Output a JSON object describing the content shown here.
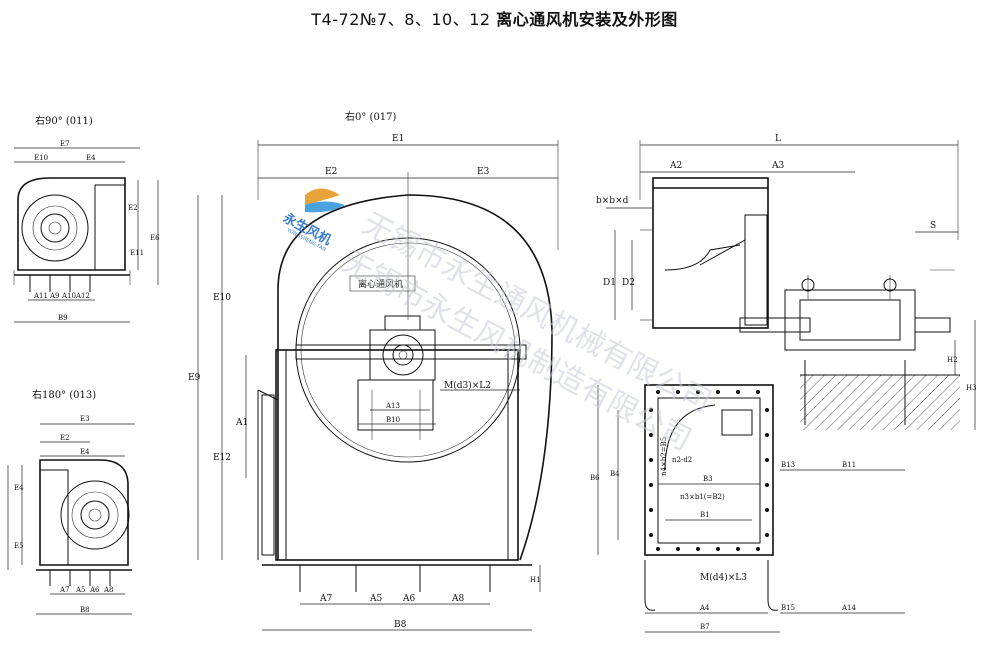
{
  "title": {
    "prefix": "T4-72№7、8、10、12",
    "main": "离心通风机安装及外形图"
  },
  "views": {
    "right90": "右90°  (011)",
    "right0": "右0°  (017)",
    "right180": "右180°  (013)"
  },
  "nameplate": "离心通风机",
  "watermark": {
    "line1": "无锡市永生通风机械有限公司",
    "line2": "无锡市永生风机制造有限公司"
  },
  "logo": {
    "text": "永生风机",
    "sub": "YONGSHENG FAN"
  },
  "labels": {
    "E7": "E7",
    "E10": "E10",
    "E4": "E4",
    "E2": "E2",
    "E11": "E11",
    "E6": "E6",
    "A11": "A11",
    "A9": "A9",
    "A10": "A10",
    "A12": "A12",
    "B9": "B9",
    "E3": "E3",
    "E5": "E5",
    "A7": "A7",
    "A5": "A5",
    "A6": "A6",
    "A8": "A8",
    "B8": "B8",
    "E1": "E1",
    "E9": "E9",
    "E12": "E12",
    "A1": "A1",
    "A13": "A13",
    "B10": "B10",
    "Md3L2": "M(d3)×L2",
    "H1": "H1",
    "L": "L",
    "A2": "A2",
    "A3": "A3",
    "bbd": "b×b×d",
    "D1": "D1",
    "D2": "D2",
    "S": "S",
    "H2": "H2",
    "H3": "H3",
    "B6": "B6",
    "B4": "B4",
    "n4b2B5": "n4×b2=B5",
    "n2d2": "n2-d2",
    "B3": "B3",
    "n3b1B2": "n3×b1(=B2)",
    "B1": "B1",
    "B13": "B13",
    "B11": "B11",
    "Md4L3": "M(d4)×L3",
    "A4": "A4",
    "B15": "B15",
    "A14": "A14",
    "B7": "B7"
  },
  "colors": {
    "line": "#111111",
    "watermark": "#c8ccd8",
    "logo": "#3a7bd5"
  }
}
